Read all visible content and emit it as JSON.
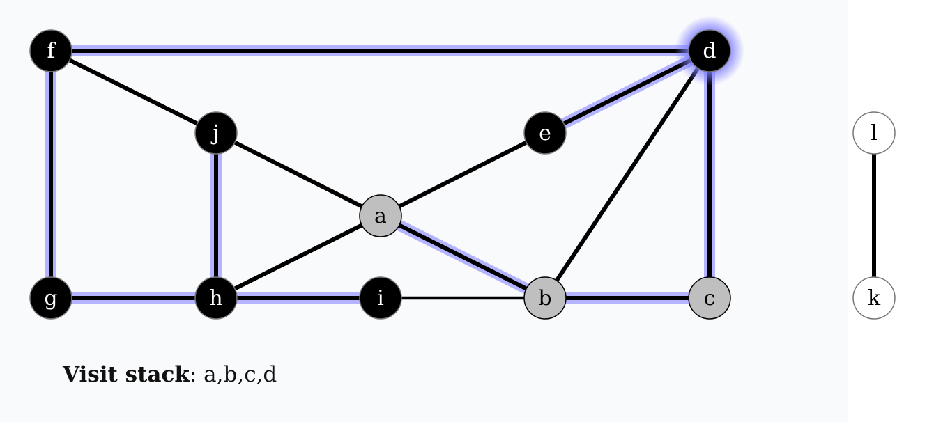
{
  "graph": {
    "nodes": [
      {
        "id": "f",
        "label": "f",
        "state": "visited"
      },
      {
        "id": "d",
        "label": "d",
        "state": "current"
      },
      {
        "id": "j",
        "label": "j",
        "state": "visited"
      },
      {
        "id": "e",
        "label": "e",
        "state": "visited"
      },
      {
        "id": "a",
        "label": "a",
        "state": "stacked"
      },
      {
        "id": "g",
        "label": "g",
        "state": "visited"
      },
      {
        "id": "h",
        "label": "h",
        "state": "visited"
      },
      {
        "id": "i",
        "label": "i",
        "state": "visited"
      },
      {
        "id": "b",
        "label": "b",
        "state": "stacked"
      },
      {
        "id": "c",
        "label": "c",
        "state": "stacked"
      },
      {
        "id": "l",
        "label": "l",
        "state": "unvisited"
      },
      {
        "id": "k",
        "label": "k",
        "state": "unvisited"
      }
    ],
    "edges": [
      {
        "from": "f",
        "to": "d",
        "tree": true
      },
      {
        "from": "f",
        "to": "j",
        "tree": false
      },
      {
        "from": "f",
        "to": "g",
        "tree": true
      },
      {
        "from": "j",
        "to": "a",
        "tree": false
      },
      {
        "from": "j",
        "to": "h",
        "tree": true
      },
      {
        "from": "e",
        "to": "a",
        "tree": false
      },
      {
        "from": "e",
        "to": "d",
        "tree": true
      },
      {
        "from": "d",
        "to": "b",
        "tree": false
      },
      {
        "from": "d",
        "to": "c",
        "tree": true
      },
      {
        "from": "a",
        "to": "h",
        "tree": false
      },
      {
        "from": "a",
        "to": "b",
        "tree": true
      },
      {
        "from": "g",
        "to": "h",
        "tree": true
      },
      {
        "from": "h",
        "to": "i",
        "tree": true
      },
      {
        "from": "i",
        "to": "b",
        "tree": false,
        "thin": true
      },
      {
        "from": "b",
        "to": "c",
        "tree": true
      },
      {
        "from": "l",
        "to": "k",
        "tree": false
      }
    ],
    "colors": {
      "visited": "#000000",
      "stacked": "#bfbfbf",
      "unvisited": "#ffffff",
      "highlight": "#b3b3ff",
      "glow": "#8080ff"
    }
  },
  "visit_stack": {
    "label": "Visit stack",
    "separator": ":",
    "value": "a,b,c,d"
  }
}
